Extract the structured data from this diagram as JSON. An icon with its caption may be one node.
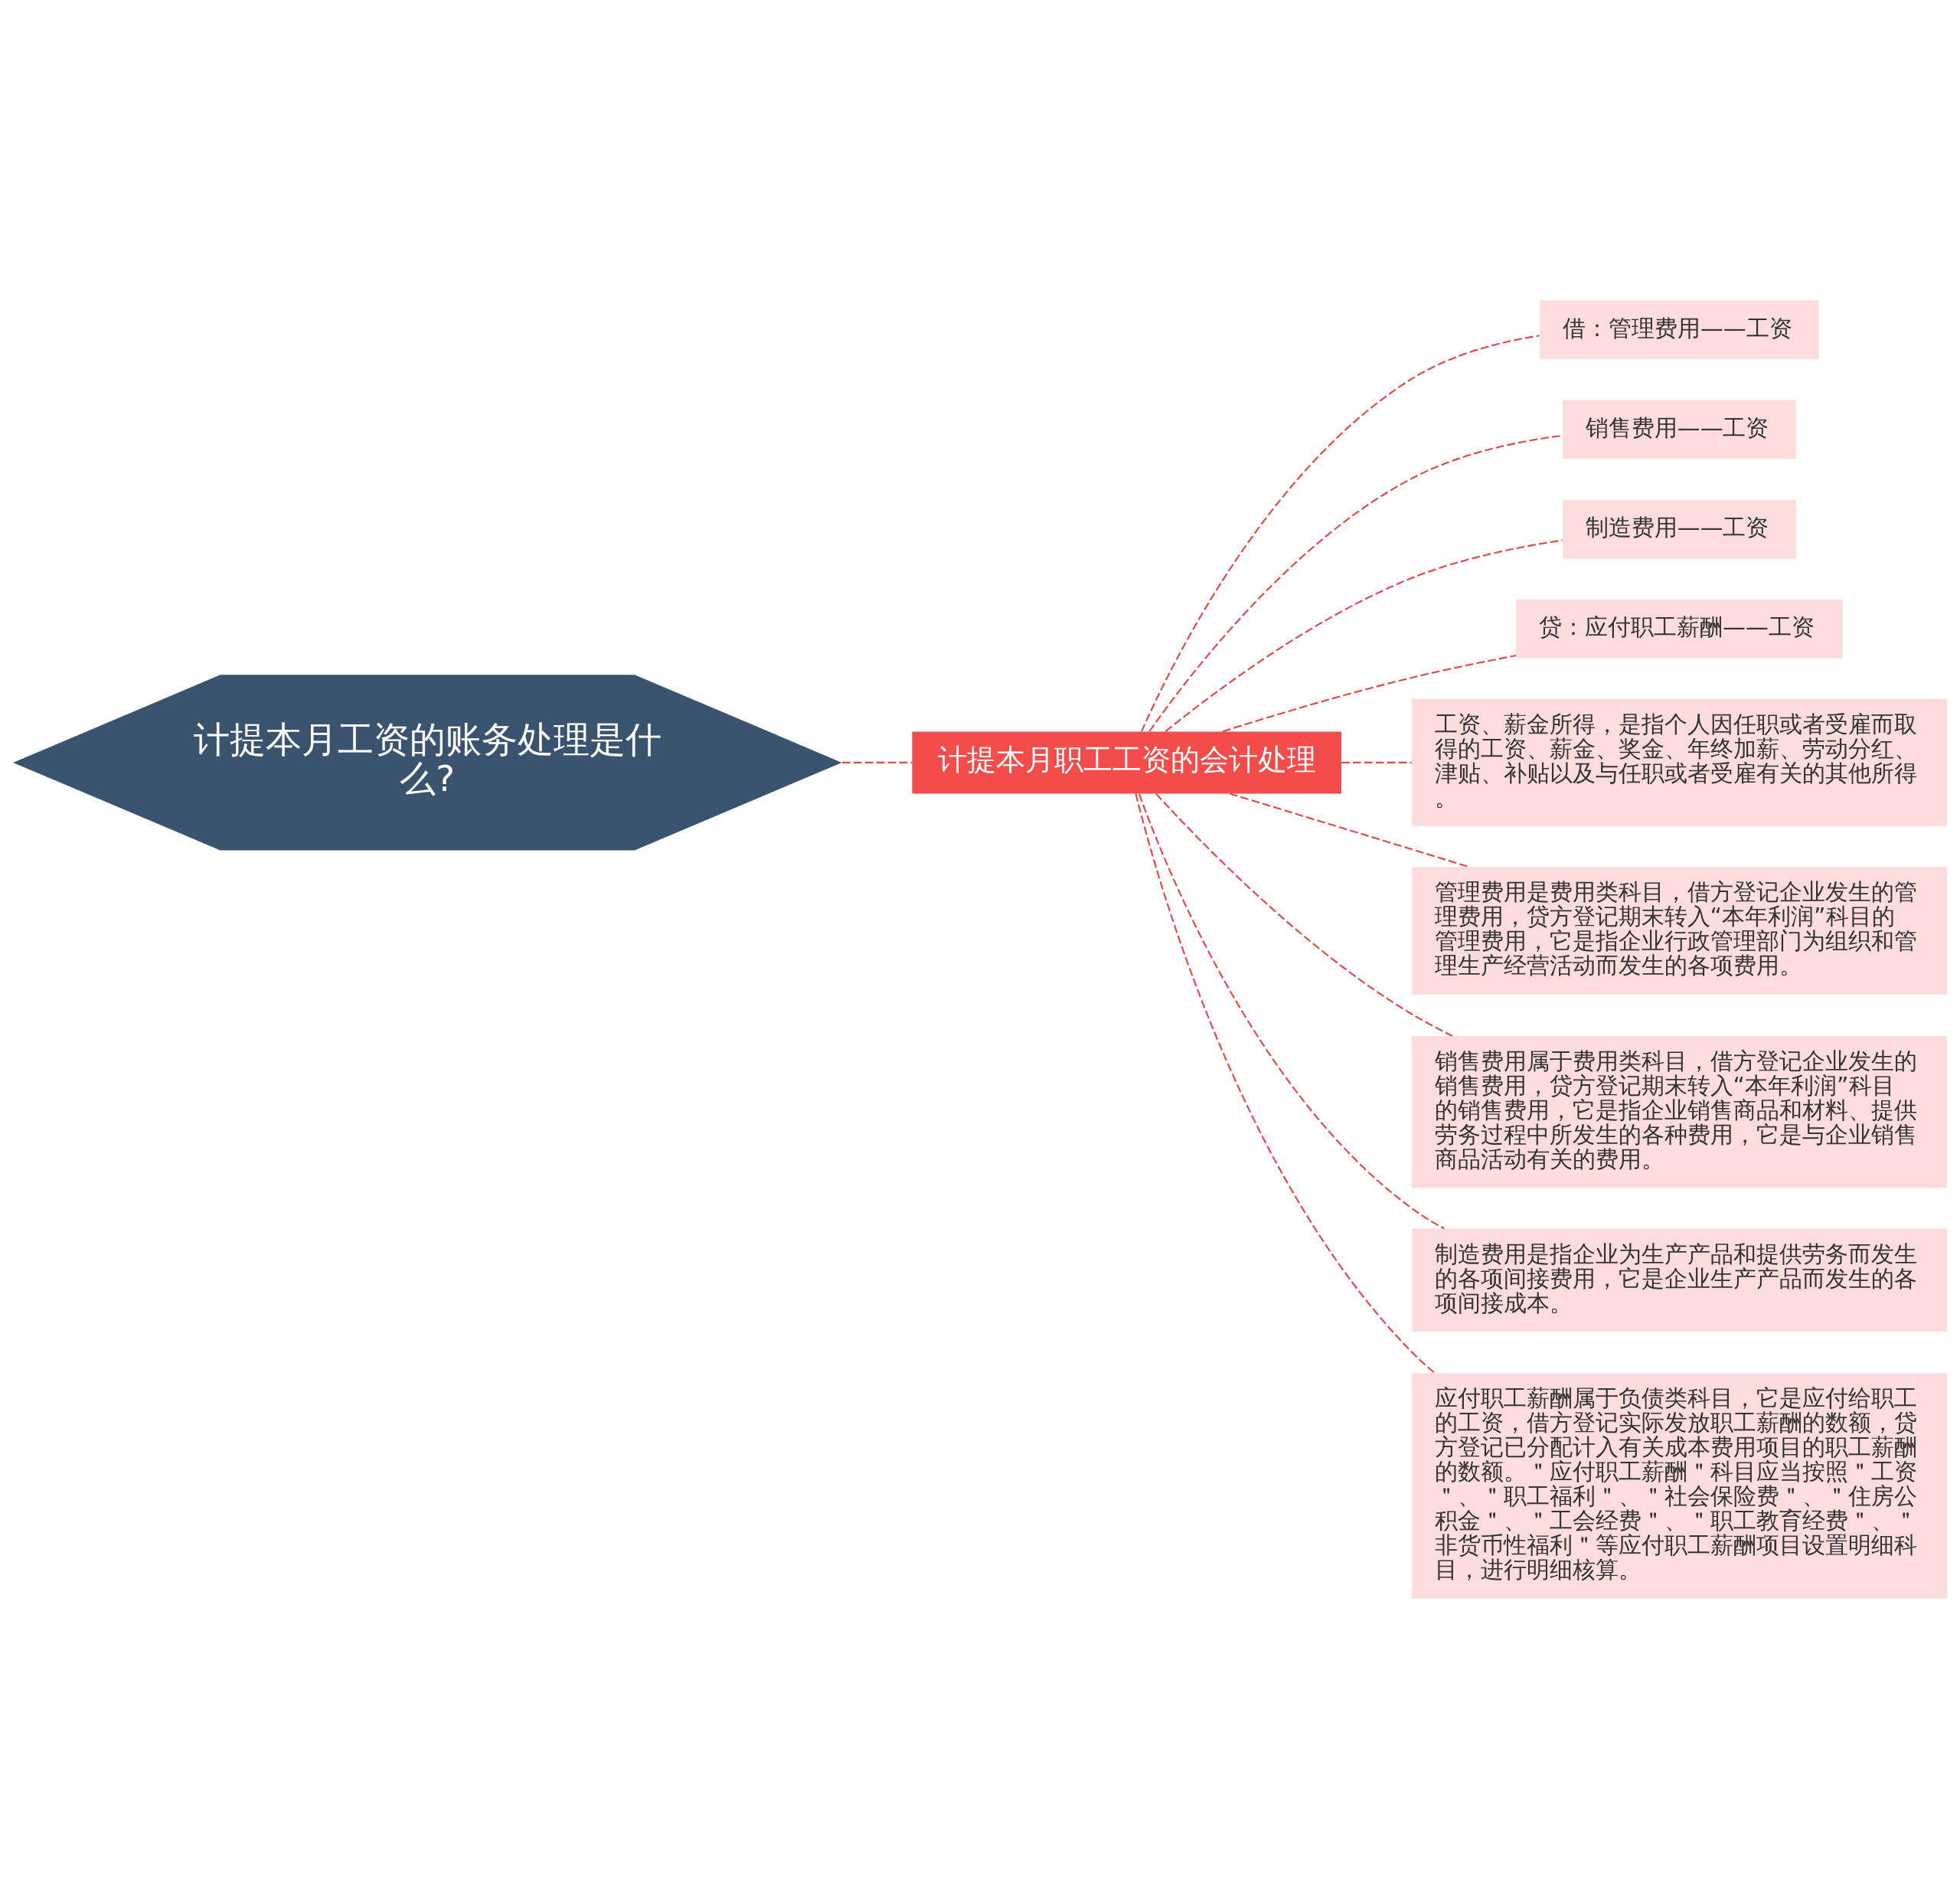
{
  "diagram": {
    "nodes": [
      {
        "text": [
          "计提本月工资的账务处理是什么?"
        ]
      },
      {
        "text": [
          "计提本月职工工资的会计处理"
        ]
      },
      {
        "text": [
          "借：管理费用——工资"
        ]
      },
      {
        "text": [
          "销售费用——工资"
        ]
      },
      {
        "text": [
          "制造费用——工资"
        ]
      },
      {
        "text": [
          "贷：应付职工薪酬——工资"
        ]
      },
      {
        "text": [
          "工资、薪金所得，是指个人因任职或者受雇而取得的工资、薪金、奖金、年终加薪、劳动分红、津贴、补贴以及与任职或者受雇有关的其他所得。"
        ]
      },
      {
        "text": [
          "管理费用是费用类科目，借方登记企业发生的管理费用，贷方登记期末转入“本年利润”科目的管理费用，它是指企业行政管理部门为组织和管理生产经营活动而发生的各项费用。"
        ]
      },
      {
        "text": [
          "销售费用属于费用类科目，借方登记企业发生的销售费用，贷方登记期末转入“本年利润”科目的销售费用，它是指企业销售商品和材料、提供劳务过程中所发生的各种费用，它是与企业销售商品活动有关的费用。"
        ]
      },
      {
        "text": [
          "制造费用是指企业为生产产品和提供劳务而发生的各项间接费用，它是企业生产产品而发生的各项间接成本。"
        ]
      },
      {
        "text": [
          "应付职工薪酬属于负债类科目，它是应付给职工的工资，借方登记实际发放职工薪酬的数额，贷方登记已分配计入有关成本费用项目的职工薪酬的数额。＂应付职工薪酬＂科目应当按照＂工资＂、＂职工福利＂、＂社会保险费＂、＂住房公积金＂、＂工会经费＂、＂职工教育经费＂、＂非货币性福利＂等应付职工薪酬项目设置明细科目，进行明细核算。"
        ]
      }
    ],
    "edges": [
      {
        "from": 0,
        "to": 1,
        "arrow": "none",
        "style": "dashed"
      },
      {
        "from": 1,
        "to": 2,
        "arrow": "none",
        "style": "dashed"
      },
      {
        "from": 1,
        "to": 3,
        "arrow": "none",
        "style": "dashed"
      },
      {
        "from": 1,
        "to": 4,
        "arrow": "none",
        "style": "dashed"
      },
      {
        "from": 1,
        "to": 5,
        "arrow": "none",
        "style": "dashed"
      },
      {
        "from": 1,
        "to": 6,
        "arrow": "none",
        "style": "dashed"
      },
      {
        "from": 1,
        "to": 7,
        "arrow": "none",
        "style": "dashed"
      },
      {
        "from": 1,
        "to": 8,
        "arrow": "none",
        "style": "dashed"
      },
      {
        "from": 1,
        "to": 9,
        "arrow": "none",
        "style": "dashed"
      },
      {
        "from": 1,
        "to": 10,
        "arrow": "none",
        "style": "dashed"
      }
    ]
  }
}
